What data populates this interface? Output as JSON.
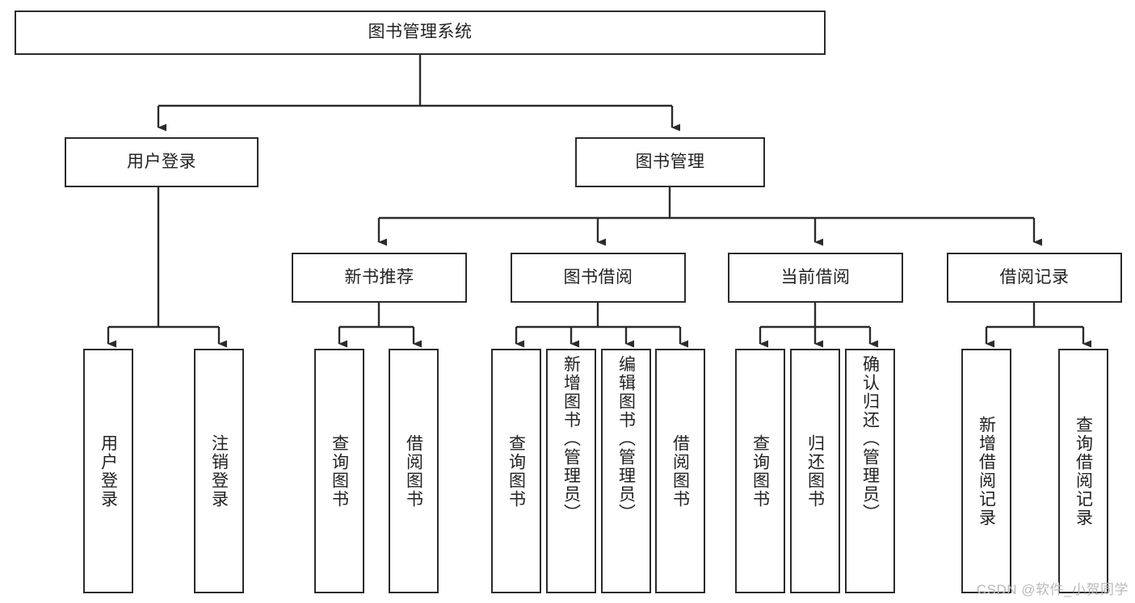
{
  "diagram": {
    "title": "图书管理系统",
    "type": "hierarchy-tree",
    "root": {
      "id": "root",
      "label": "图书管理系统",
      "orientation": "horizontal"
    },
    "level2": [
      {
        "id": "user-login",
        "label": "用户登录",
        "orientation": "horizontal"
      },
      {
        "id": "book-management",
        "label": "图书管理",
        "orientation": "horizontal"
      }
    ],
    "level3": [
      {
        "id": "new-book-recommend",
        "label": "新书推荐",
        "orientation": "horizontal",
        "parent": "book-management"
      },
      {
        "id": "book-borrow",
        "label": "图书借阅",
        "orientation": "horizontal",
        "parent": "book-management"
      },
      {
        "id": "current-borrow",
        "label": "当前借阅",
        "orientation": "horizontal",
        "parent": "book-management"
      },
      {
        "id": "borrow-record",
        "label": "借阅记录",
        "orientation": "horizontal",
        "parent": "book-management"
      }
    ],
    "leaves": {
      "user_login": [
        {
          "id": "leaf-user-login",
          "label": "用户登录"
        },
        {
          "id": "leaf-logout-login",
          "label": "注销登录"
        }
      ],
      "new_book_recommend": [
        {
          "id": "leaf-query-book-1",
          "label": "查询图书"
        },
        {
          "id": "leaf-borrow-book-1",
          "label": "借阅图书"
        }
      ],
      "book_borrow": [
        {
          "id": "leaf-query-book-2",
          "label": "查询图书"
        },
        {
          "id": "leaf-add-book",
          "label": "新增图书（管理员）"
        },
        {
          "id": "leaf-edit-book",
          "label": "编辑图书（管理员）"
        },
        {
          "id": "leaf-borrow-book-2",
          "label": "借阅图书"
        }
      ],
      "current_borrow": [
        {
          "id": "leaf-query-book-3",
          "label": "查询图书"
        },
        {
          "id": "leaf-return-book",
          "label": "归还图书"
        },
        {
          "id": "leaf-confirm-return",
          "label": "确认归还（管理员）"
        }
      ],
      "borrow_record": [
        {
          "id": "leaf-add-record",
          "label": "新增借阅记录"
        },
        {
          "id": "leaf-query-record",
          "label": "查询借阅记录"
        }
      ]
    },
    "colors": {
      "box_border": "#2b2b2b",
      "box_fill": "#ffffff",
      "connector": "#2b2b2b",
      "text": "#222222",
      "watermark": "#b9b9b9"
    }
  },
  "watermark": {
    "text": "CSDN @软件_小贺同学"
  }
}
